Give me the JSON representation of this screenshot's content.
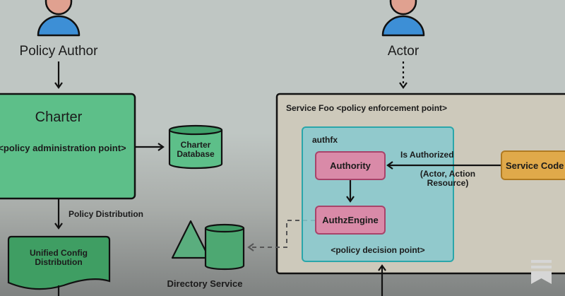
{
  "actors": {
    "policy_author": "Policy Author",
    "actor": "Actor"
  },
  "charter": {
    "title": "Charter",
    "subtitle": "<policy administration point>"
  },
  "charter_database": {
    "line1": "Charter",
    "line2": "Database"
  },
  "policy_distribution_label": "Policy Distribution",
  "unified_config": {
    "line1": "Unified Config",
    "line2": "Distribution"
  },
  "directory_service": "Directory Service",
  "service_foo": {
    "title": "Service Foo  <policy enforcement point>"
  },
  "authfx": {
    "title": "authfx",
    "authority": "Authority",
    "authz_engine": "AuthzEngine",
    "footer": "<policy decision point>"
  },
  "is_authorized": {
    "line1": "Is Authorized",
    "line2": "(Actor, Action",
    "line3": "Resource)"
  },
  "service_code": "Service Code",
  "colors": {
    "person_head": "#e0a190",
    "person_body": "#3d8fd6",
    "charter_green": "#5dbf89",
    "config_green": "#3f9e63",
    "service_bg": "#cdc9bb",
    "authfx_teal": "#86c9cf",
    "authfx_border": "#2aa6aa",
    "pink_box": "#d98aa8",
    "pink_border": "#a8436a",
    "orange_box": "#e0a94a",
    "orange_border": "#b07a22"
  }
}
